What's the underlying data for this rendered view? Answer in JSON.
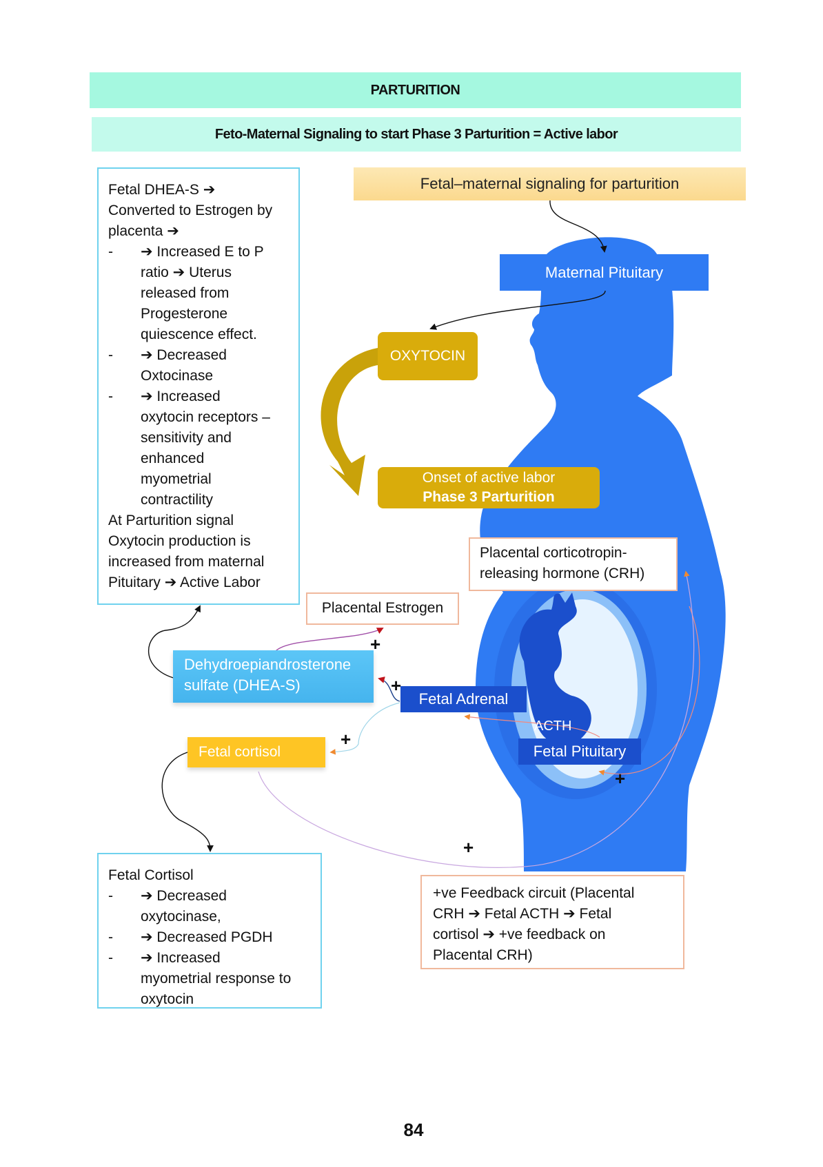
{
  "header": {
    "title": "PARTURITION",
    "subtitle": "Feto-Maternal Signaling to start Phase 3 Parturition = Active labor"
  },
  "left_box": {
    "lines": [
      "Fetal DHEA-S ",
      "Converted to Estrogen by",
      "placenta "
    ],
    "items": [
      {
        "dash": "-",
        "lines": [
          "➔ Increased E to P",
          "ratio ➔ Uterus",
          "released from",
          "Progesterone",
          "quiescence effect."
        ]
      },
      {
        "dash": "-",
        "lines": [
          "➔ Decreased",
          "Oxtocinase"
        ]
      },
      {
        "dash": "-",
        "lines": [
          "➔ Increased",
          "oxytocin receptors –",
          "sensitivity and",
          "enhanced",
          "myometrial",
          "contractility"
        ]
      }
    ],
    "footer_lines": [
      "At Parturition signal",
      "Oxytocin production is",
      "increased from maternal",
      "Pituitary ➔ Active Labor"
    ],
    "arrow": "➔"
  },
  "diagram": {
    "banner": "Fetal–maternal signaling for parturition",
    "maternal_pituitary": "Maternal Pituitary",
    "oxytocin": "OXYTOCIN",
    "onset_line1": "Onset of active labor",
    "onset_line2": "Phase 3 Parturition",
    "crh_line1": "Placental corticotropin-",
    "crh_line2": "releasing hormone (CRH)",
    "placental_estrogen": "Placental Estrogen",
    "dhea_line1": "Dehydroepiandrosterone",
    "dhea_line2": "sulfate (DHEA-S)",
    "fetal_adrenal": "Fetal Adrenal",
    "acth": "ACTH",
    "fetal_pituitary": "Fetal Pituitary",
    "fetal_cortisol": "Fetal cortisol",
    "plus": "+"
  },
  "cortisol_box": {
    "title": "Fetal Cortisol",
    "items": [
      {
        "dash": "-",
        "lines": [
          "➔ Decreased",
          "oxytocinase,"
        ]
      },
      {
        "dash": "-",
        "lines": [
          "➔ Decreased PGDH"
        ]
      },
      {
        "dash": "-",
        "lines": [
          "➔ Increased",
          "myometrial response to",
          "oxytocin"
        ]
      }
    ]
  },
  "feedback_box": {
    "lines": [
      "+ve Feedback circuit (Placental",
      "CRH ➔ Fetal ACTH ➔ Fetal",
      "cortisol ➔ +ve feedback on",
      "Placental CRH)"
    ]
  },
  "page_number": "84",
  "colors": {
    "header1": "#a5f8e0",
    "header2": "#c3faec",
    "maternal_blue": "#2f7bf3",
    "fetal_dark_blue": "#1b4fcc",
    "oxytocin_gold": "#d9ac0b",
    "dhea_light_blue": "#5cc6f7",
    "cortisol_yellow": "#fec524",
    "box_border_cyan": "#6fd2ee",
    "box_border_orange": "#f0b89c"
  }
}
